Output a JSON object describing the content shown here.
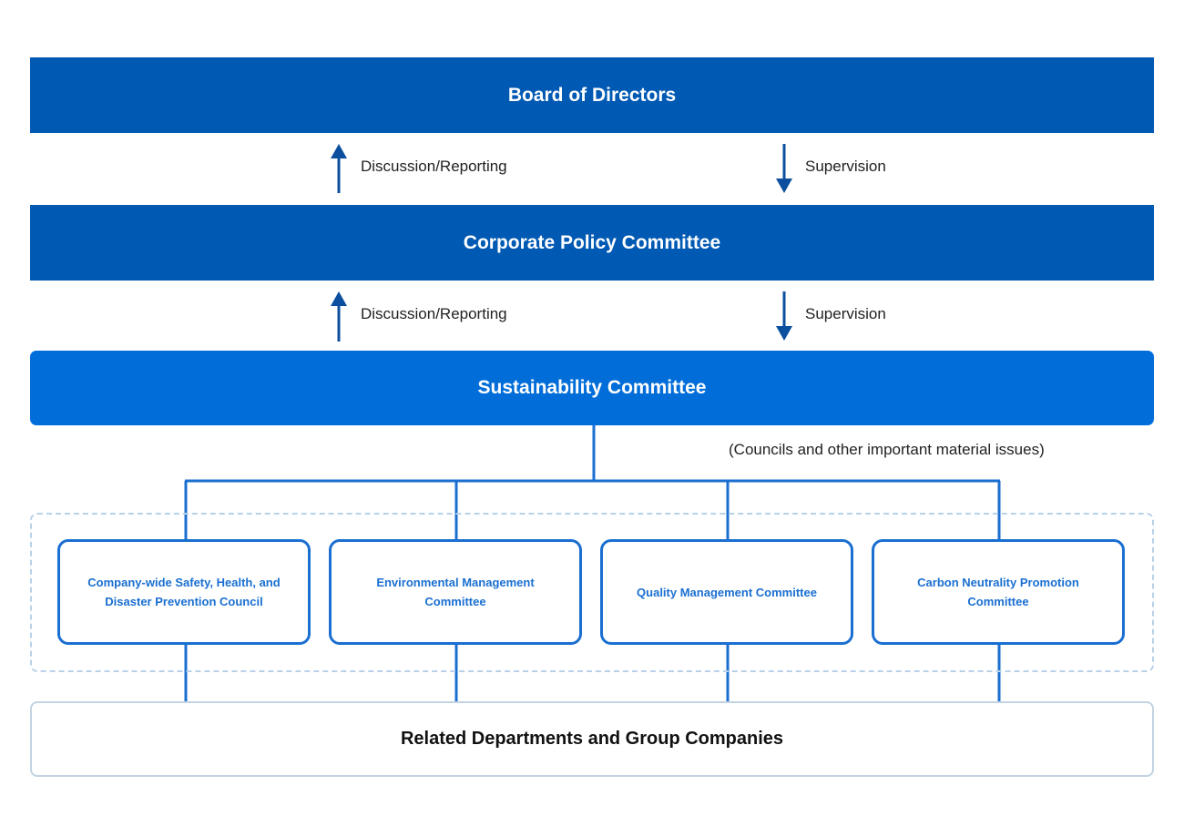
{
  "board": {
    "label": "Board of Directors"
  },
  "corporate_policy": {
    "label": "Corporate Policy Committee"
  },
  "sustainability": {
    "label": "Sustainability Committee"
  },
  "links": {
    "upper_up": "Discussion/Reporting",
    "upper_down": "Supervision",
    "lower_up": "Discussion/Reporting",
    "lower_down": "Supervision"
  },
  "councils_note": "(Councils and other important material issues)",
  "committees": [
    {
      "label": "Company-wide Safety, Health, and Disaster Prevention Council"
    },
    {
      "label": "Environmental Management Committee"
    },
    {
      "label": "Quality Management Committee"
    },
    {
      "label": "Carbon Neutrality Promotion Committee"
    }
  ],
  "related": {
    "label": "Related Departments and Group Companies"
  },
  "colors": {
    "dark_blue": "#0059b3",
    "mid_blue": "#006dd9",
    "committee_blue": "#1a6fd1",
    "dashed_border": "#b9d1e8"
  }
}
